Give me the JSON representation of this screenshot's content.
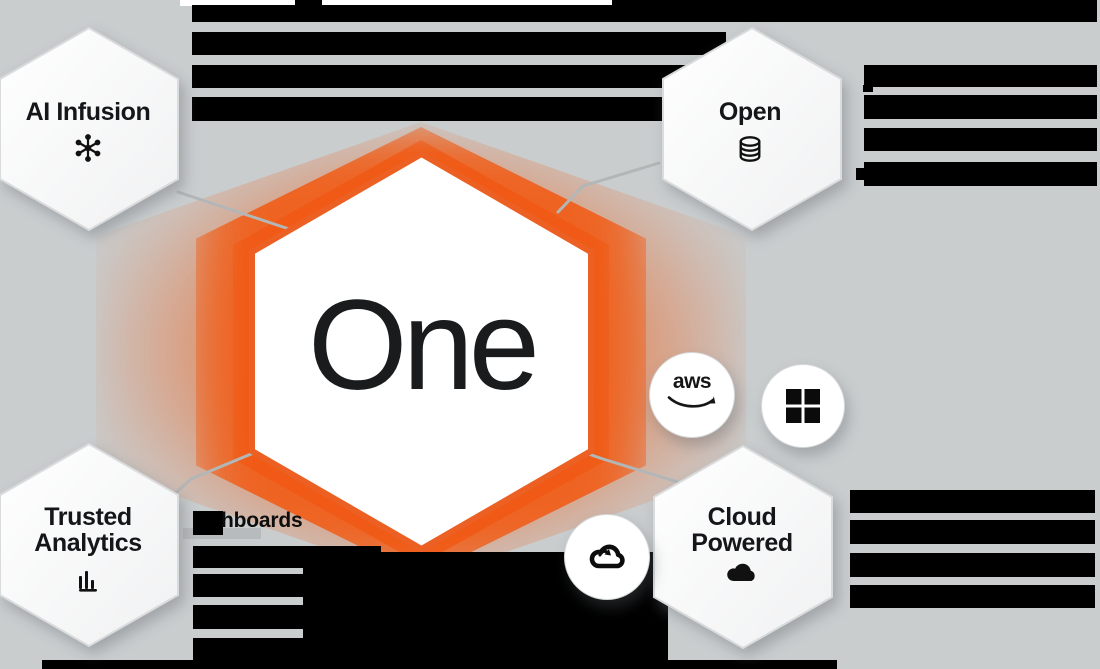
{
  "canvas": {
    "background": "#c9cdce"
  },
  "center": {
    "label": "One",
    "border_color": "#ec6123",
    "glow_color": "#f15f19"
  },
  "nodes": [
    {
      "id": "ai-infusion",
      "label": "AI Infusion",
      "label2": "",
      "icon": "ai-sparkle-icon"
    },
    {
      "id": "open",
      "label": "Open",
      "label2": "",
      "icon": "database-icon"
    },
    {
      "id": "trusted-analytics",
      "label": "Trusted",
      "label2": "Analytics",
      "icon": "bar-chart-icon"
    },
    {
      "id": "cloud-powered",
      "label": "Cloud",
      "label2": "Powered",
      "icon": "cloud-icon"
    }
  ],
  "badges": [
    {
      "id": "aws",
      "label": "aws",
      "icon": "aws-smile-icon"
    },
    {
      "id": "microsoft",
      "label": "",
      "icon": "windows-grid-icon"
    },
    {
      "id": "cloud-sync",
      "label": "",
      "icon": "cloud-arrow-icon"
    }
  ],
  "partial_text": {
    "visible": "hboards"
  },
  "colors": {
    "background": "#c9cdce",
    "connector_grey": "#b2b6b7",
    "hex_border_grey": "#d9dbdc",
    "redaction": "#000000"
  }
}
